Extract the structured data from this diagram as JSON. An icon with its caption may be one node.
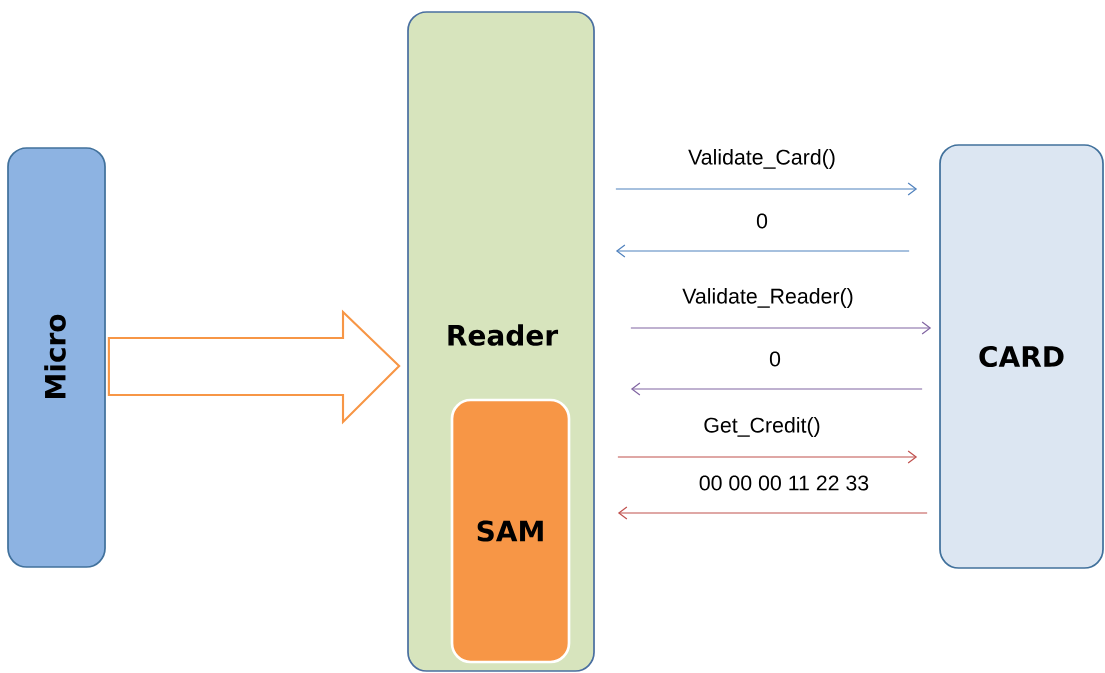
{
  "diagram": {
    "nodes": [
      {
        "text": [
          "Micro"
        ]
      },
      {
        "text": [
          "Reader"
        ]
      },
      {
        "text": [
          "SAM"
        ],
        "in": 1
      },
      {
        "text": [
          "CARD"
        ]
      }
    ],
    "edges": [
      {
        "from": 1,
        "to": 3,
        "arrow": "to",
        "label": "Validate_Card()",
        "color": "#4f81bd"
      },
      {
        "from": 3,
        "to": 1,
        "arrow": "to",
        "label": "0",
        "color": "#4f81bd"
      },
      {
        "from": 1,
        "to": 3,
        "arrow": "to",
        "label": "Validate_Reader()",
        "color": "#8064a2"
      },
      {
        "from": 3,
        "to": 1,
        "arrow": "to",
        "label": "0",
        "color": "#8064a2"
      },
      {
        "from": 1,
        "to": 3,
        "arrow": "to",
        "label": "Get_Credit()",
        "color": "#c0504d"
      },
      {
        "from": 3,
        "to": 1,
        "arrow": "to",
        "label": "00 00 00 11 22 33",
        "color": "#c0504d"
      },
      {
        "from": 0,
        "to": 1,
        "arrow": "to",
        "style": "thick",
        "color": "#f79646"
      }
    ]
  }
}
